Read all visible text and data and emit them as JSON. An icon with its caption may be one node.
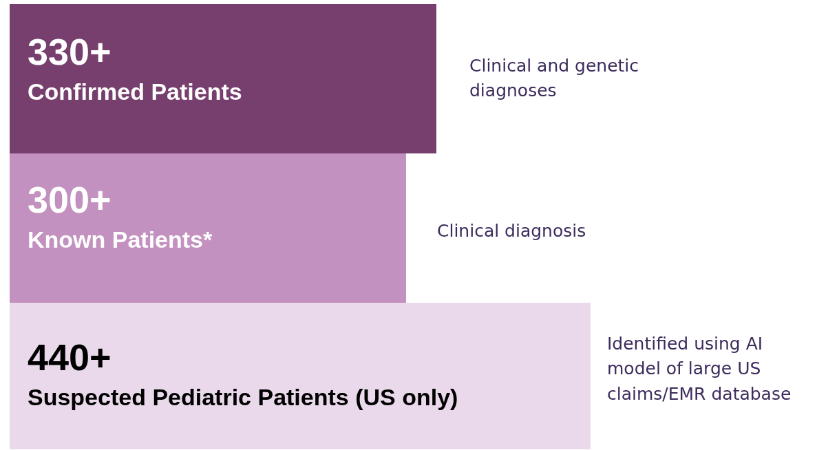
{
  "diagram": {
    "nodes": [
      {
        "text": [
          "330+",
          "Confirmed Patients"
        ],
        "beside": [
          "Clinical and genetic diagnoses"
        ]
      },
      {
        "text": [
          "300+",
          "Known Patients*"
        ],
        "beside": [
          "Clinical diagnosis"
        ]
      },
      {
        "text": [
          "440+",
          "Suspected Pediatric Patients (US only)"
        ],
        "beside": [
          "Identified using AI model of large US claims/EMR database"
        ]
      }
    ]
  }
}
